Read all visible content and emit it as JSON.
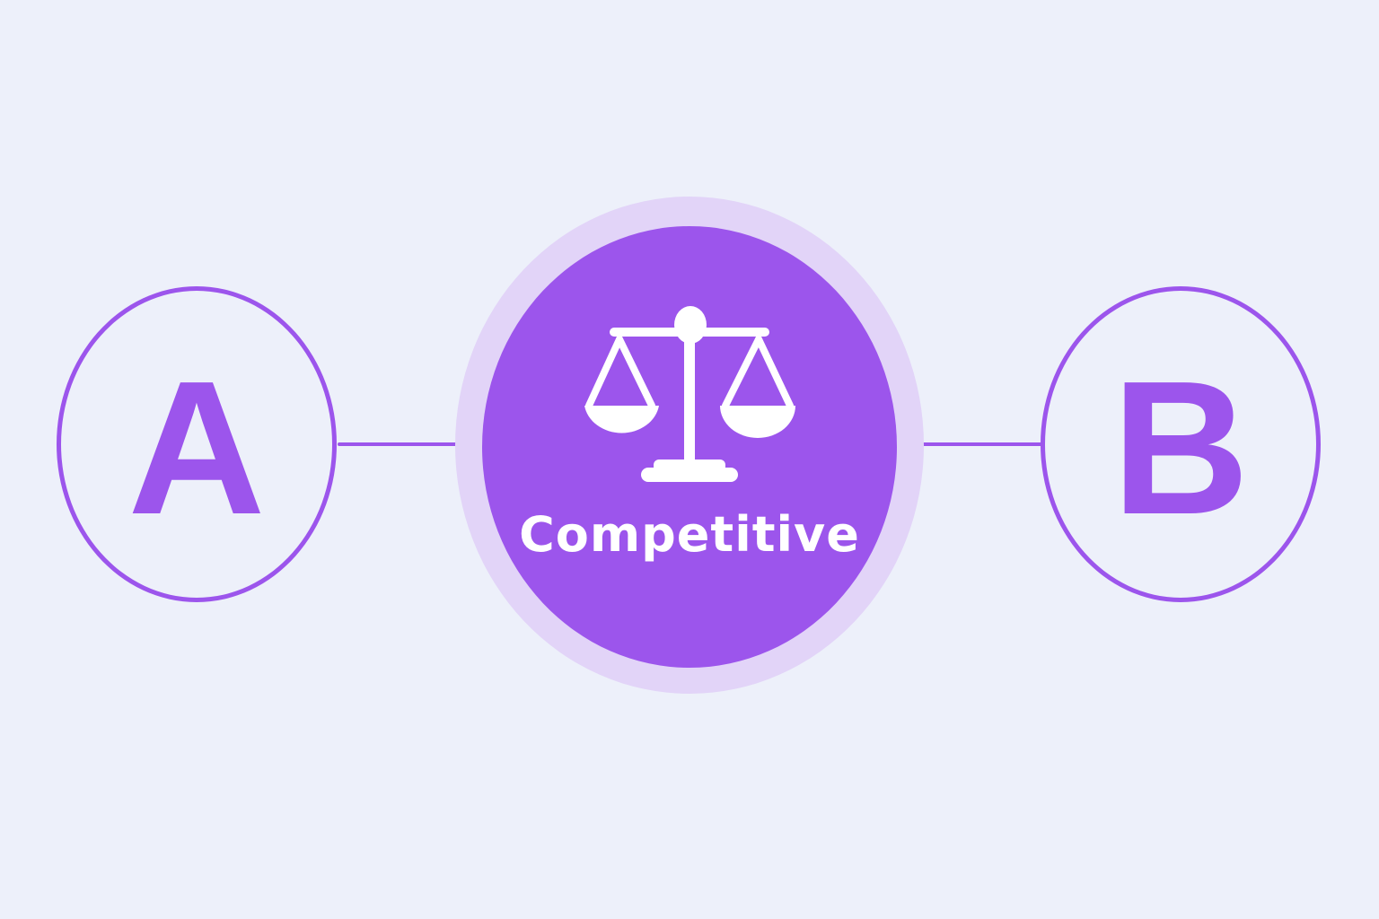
{
  "diagram": {
    "left_node": {
      "label": "A"
    },
    "right_node": {
      "label": "B"
    },
    "center_node": {
      "label": "Competitive",
      "icon": "balance-scale-icon"
    }
  },
  "colors": {
    "accent": "#9c55ec",
    "halo": "#e2d4f8",
    "background": "#edf0fa",
    "icon": "#ffffff"
  }
}
